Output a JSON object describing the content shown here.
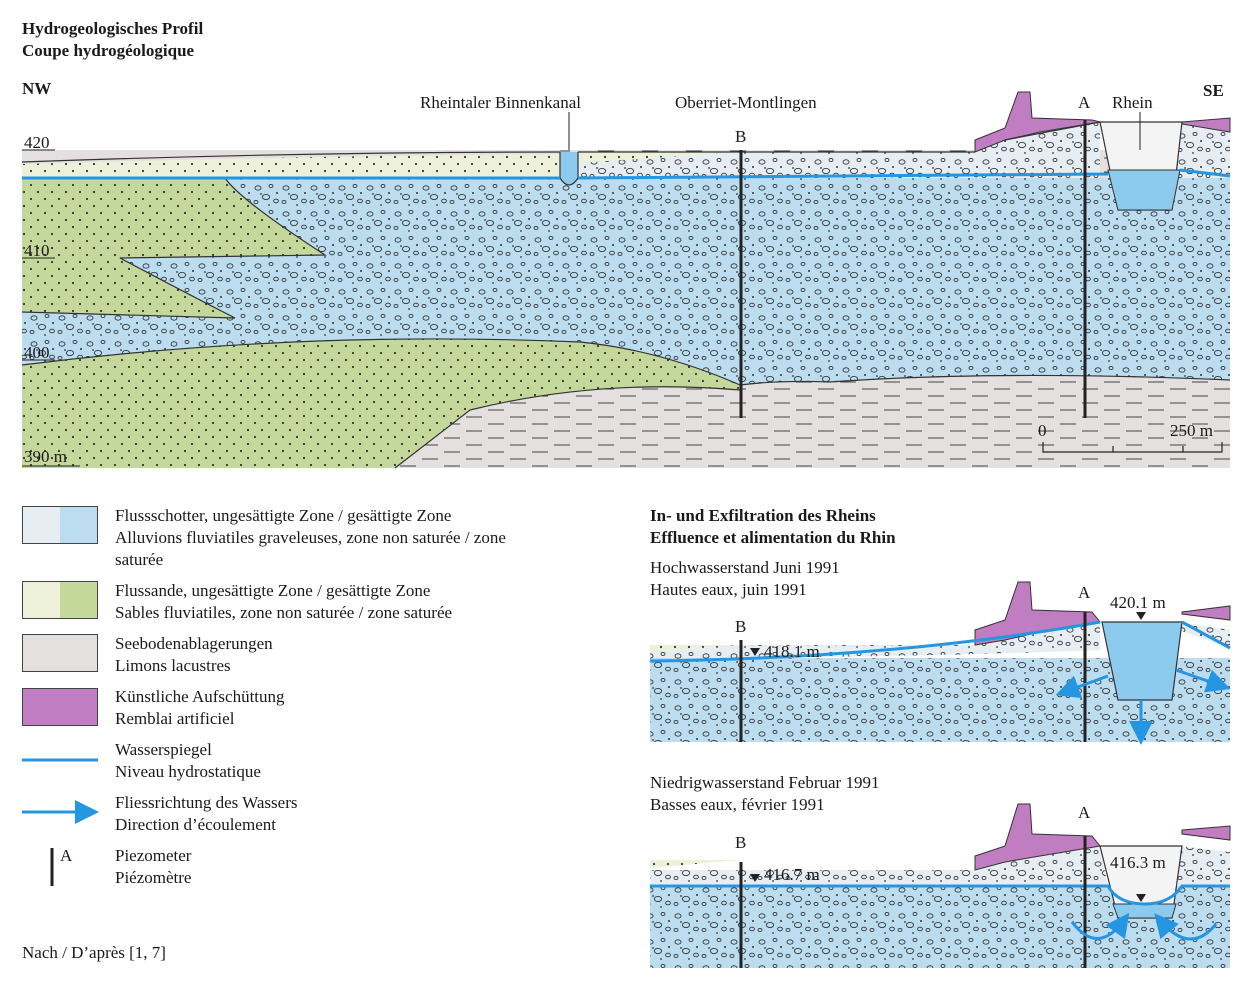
{
  "title": {
    "de": "Hydrogeologisches Profil",
    "fr": "Coupe hydrogéologique"
  },
  "profile": {
    "nw": "NW",
    "se": "SE",
    "labels": {
      "binnenkanal": "Rheintaler Binnenkanal",
      "oberriet": "Oberriet-Montlingen",
      "rhein": "Rhein",
      "piezo_a": "A",
      "piezo_b": "B"
    },
    "elevations": [
      "420",
      "410",
      "400",
      "390 m"
    ],
    "scale": {
      "start": "0",
      "end": "250 m"
    }
  },
  "legend": [
    {
      "id": "gravel",
      "line1": "Flussschotter, ungesättigte Zone / gesättigte Zone",
      "line2": "Alluvions fluviatiles graveleuses, zone non saturée / zone",
      "line3": "saturée"
    },
    {
      "id": "sand",
      "line1": "Flussande, ungesättigte Zone / gesättigte Zone",
      "line2": "Sables fluviatiles, zone non saturée / zone saturée"
    },
    {
      "id": "lake",
      "line1": "Seebodenablagerungen",
      "line2": "Limons lacustres"
    },
    {
      "id": "fill",
      "line1": "Künstliche Aufschüttung",
      "line2": "Remblai artificiel"
    },
    {
      "id": "water",
      "line1": "Wasserspiegel",
      "line2": "Niveau hydrostatique"
    },
    {
      "id": "flow",
      "line1": "Fliessrichtung des Wassers",
      "line2": "Direction d’écoulement"
    },
    {
      "id": "piezo",
      "letter": "A",
      "line1": "Piezometer",
      "line2": "Piézomètre"
    }
  ],
  "source": "Nach / D’après [1, 7]",
  "inset": {
    "title_de": "In- und Exfiltration des Rheins",
    "title_fr": "Effluence et alimentation du Rhin",
    "high": {
      "de": "Hochwasserstand Juni 1991",
      "fr": "Hautes eaux, juin 1991",
      "level_b": "418.1 m",
      "level_rhein": "420.1 m",
      "a": "A",
      "b": "B"
    },
    "low": {
      "de": "Niedrigwasserstand Februar 1991",
      "fr": "Basses eaux, février 1991",
      "level_b": "416.7 m",
      "level_rhein": "416.3 m",
      "a": "A",
      "b": "B"
    }
  },
  "colors": {
    "gravel_unsat": "#e6eef4",
    "gravel_sat": "#bcdcf0",
    "sand_unsat": "#eef1da",
    "sand_sat": "#c5d89c",
    "lake": "#e4e0e0",
    "fill": "#c17dc2",
    "water_line": "#2596e2",
    "river": "#8dcbee"
  }
}
